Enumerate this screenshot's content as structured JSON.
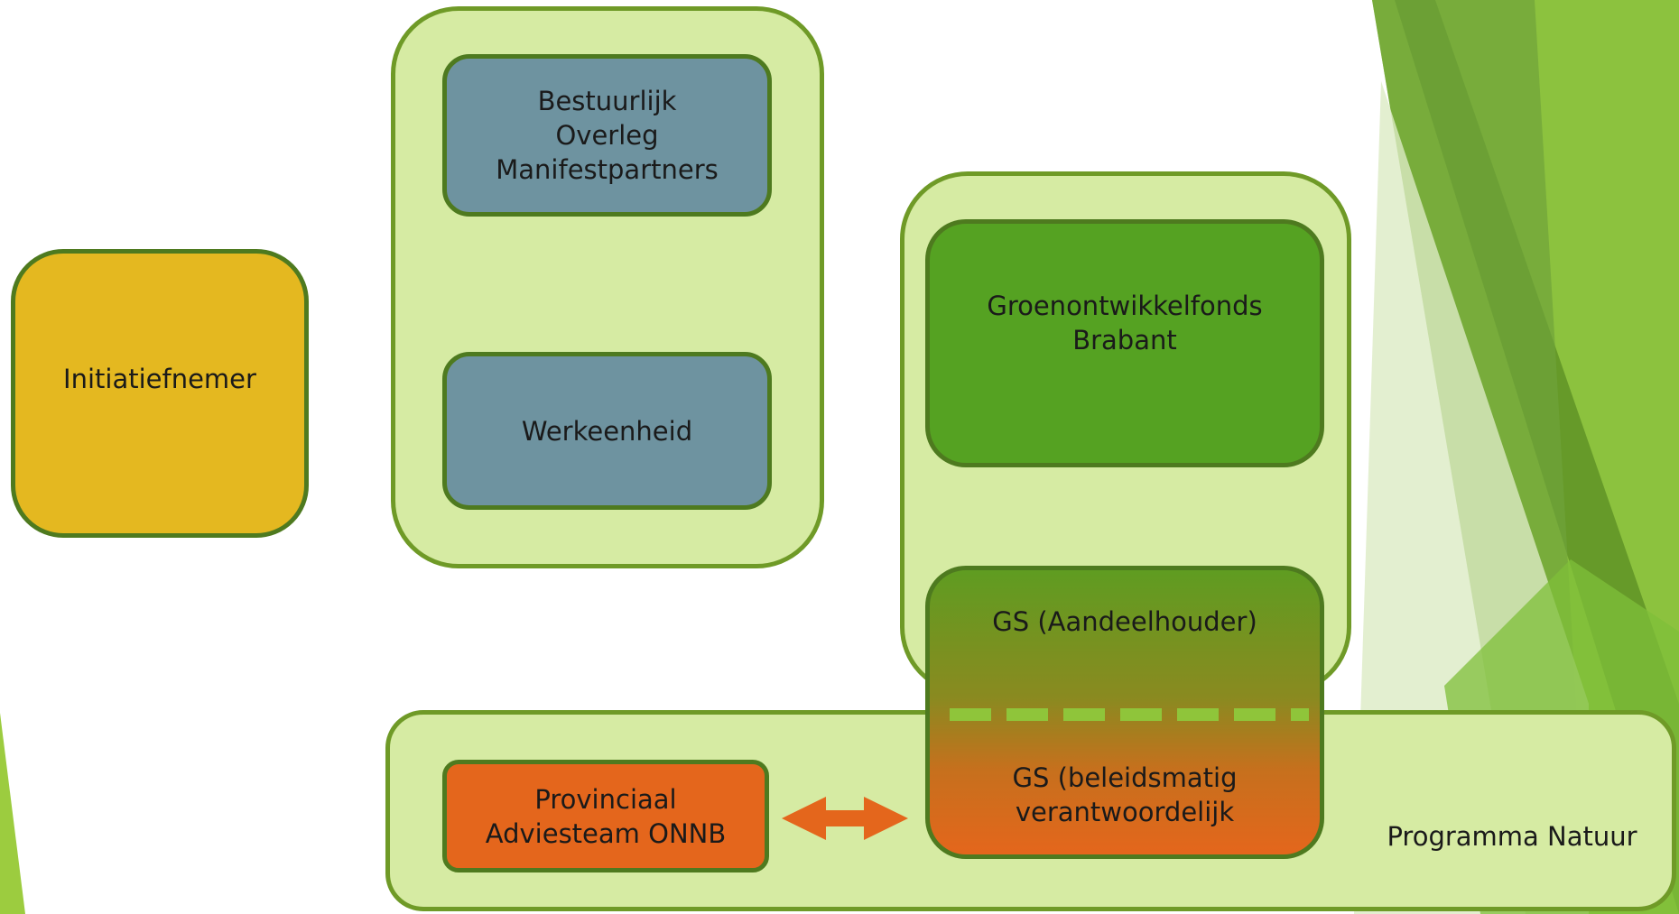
{
  "colors": {
    "container_fill": "#d6eba3",
    "container_border": "#6f9a27",
    "initiator_fill": "#e4b820",
    "governance_fill": "#6e93a0",
    "fund_fill": "#55a222",
    "gs_top_fill": "#5f9c21",
    "gs_bottom_fill": "#e4661c",
    "advisory_fill": "#e4661c",
    "arrow": "#e4661c",
    "dash": "#8fc53a"
  },
  "nodes": {
    "initiator": "Initiatiefnemer",
    "governance_top": "Bestuurlijk\nOverleg\nManifestpartners",
    "working_unit": "Werkeenheid",
    "fund": "Groenontwikkelfonds\nBrabant",
    "gs_shareholder": "GS (Aandeelhouder)",
    "gs_policy": "GS (beleidsmatig\nverantwoordelijk",
    "advisory_team": "Provinciaal\nAdviesteam ONNB",
    "program_label": "Programma Natuur"
  }
}
